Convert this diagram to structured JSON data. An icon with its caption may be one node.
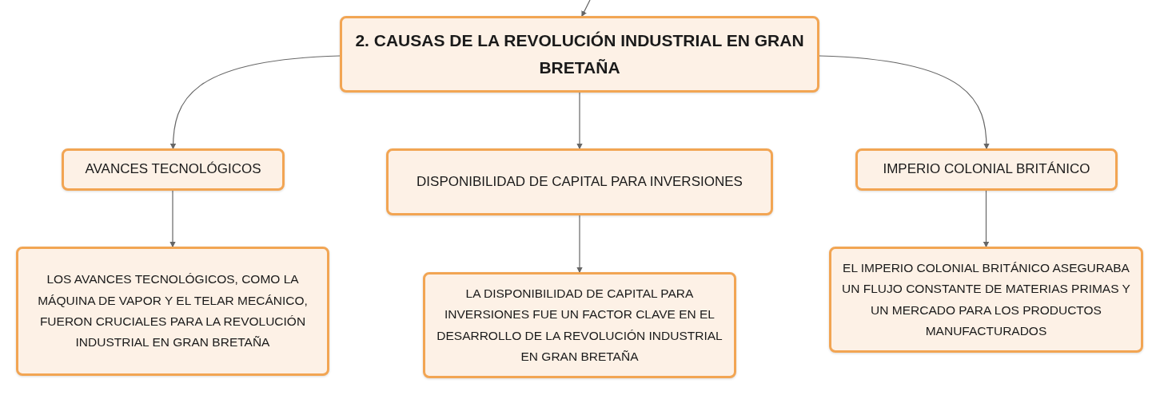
{
  "diagram": {
    "nodes": [
      {
        "text": [
          "2. CAUSAS DE LA REVOLUCIÓN INDUSTRIAL EN GRAN BRETAÑA"
        ]
      },
      {
        "text": [
          "AVANCES TECNOLÓGICOS"
        ]
      },
      {
        "text": [
          "DISPONIBILIDAD DE CAPITAL PARA INVERSIONES"
        ]
      },
      {
        "text": [
          "IMPERIO COLONIAL BRITÁNICO"
        ]
      },
      {
        "text": [
          "LOS AVANCES TECNOLÓGICOS, COMO LA MÁQUINA DE VAPOR Y EL TELAR MECÁNICO, FUERON CRUCIALES PARA LA REVOLUCIÓN INDUSTRIAL EN GRAN BRETAÑA"
        ]
      },
      {
        "text": [
          "LA DISPONIBILIDAD DE CAPITAL PARA INVERSIONES FUE UN FACTOR CLAVE EN EL DESARROLLO DE LA REVOLUCIÓN INDUSTRIAL EN GRAN BRETAÑA"
        ]
      },
      {
        "text": [
          "EL IMPERIO COLONIAL BRITÁNICO ASEGURABA UN FLUJO CONSTANTE DE MATERIAS PRIMAS Y UN MERCADO PARA LOS PRODUCTOS MANUFACTURADOS"
        ]
      }
    ],
    "edges": [
      {
        "from": null,
        "to": 0,
        "arrow": "to"
      },
      {
        "from": 0,
        "to": 1,
        "arrow": "to"
      },
      {
        "from": 0,
        "to": 2,
        "arrow": "to"
      },
      {
        "from": 0,
        "to": 3,
        "arrow": "to"
      },
      {
        "from": 1,
        "to": 4,
        "arrow": "to"
      },
      {
        "from": 2,
        "to": 5,
        "arrow": "to"
      },
      {
        "from": 3,
        "to": 6,
        "arrow": "to"
      }
    ]
  }
}
